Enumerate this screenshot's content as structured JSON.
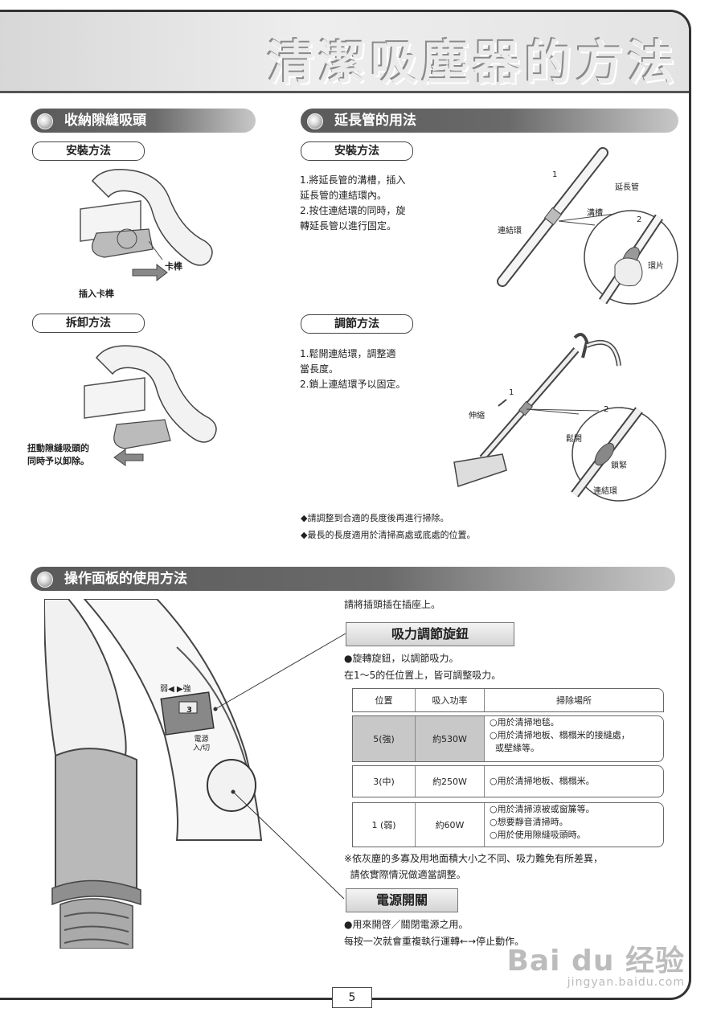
{
  "banner": {
    "title": "清潔吸塵器的方法"
  },
  "left_top": {
    "section_title": "收納隙縫吸頭",
    "install": {
      "title": "安裝方法",
      "label_clip": "卡榫",
      "label_insert": "插入卡榫"
    },
    "remove": {
      "title": "拆卸方法",
      "label_twist": "扭動隙縫吸頭的\n同時予以卸除。"
    }
  },
  "right_top": {
    "section_title": "延長管的用法",
    "install": {
      "title": "安裝方法",
      "steps": [
        "1.將延長管的溝槽，插入",
        "  延長管的連結環內。",
        "2.按住連結環的同時，旋",
        "  轉延長管以進行固定。"
      ],
      "labels": {
        "n1": "1",
        "n2": "2",
        "pipe": "延長管",
        "groove": "溝槽",
        "ring": "連結環",
        "tab": "環片"
      }
    },
    "adjust": {
      "title": "調節方法",
      "steps": [
        "1.鬆開連結環，調整適",
        "  當長度。",
        "2.鎖上連結環予以固定。"
      ],
      "labels": {
        "n1": "1",
        "n2": "2",
        "stretch": "伸縮",
        "loosen": "鬆開",
        "lock": "鎖緊",
        "ring": "連結環"
      }
    },
    "notes": [
      "◆請調整到合適的長度後再進行掃除。",
      "◆最長的長度適用於清掃高處或底處的位置。"
    ]
  },
  "panel": {
    "section_title": "操作面板的使用方法",
    "intro": "請將插頭插在插座上。",
    "dial_label": "吸力調節旋鈕",
    "dial_desc": [
      "●旋轉旋鈕，以調節吸力。",
      "  在1～5的任位置上，皆可調整吸力。"
    ],
    "handle_marks": {
      "weak_strong": "弱◀ ▶強",
      "power": "電源\n入/切",
      "dial_value": "3"
    },
    "table": {
      "headers": [
        "位置",
        "吸入功率",
        "掃除場所"
      ],
      "rows": [
        {
          "pos": "5(強)",
          "power": "約530W",
          "places": [
            "○用於清掃地毯。",
            "○用於清掃地板、榻榻米的接縫處，",
            "  或壁緣等。"
          ]
        },
        {
          "pos": "3(中)",
          "power": "約250W",
          "places": [
            "○用於清掃地板、榻榻米。"
          ]
        },
        {
          "pos": "1 (弱)",
          "power": "約60W",
          "places": [
            "○用於清掃涼被或窗簾等。",
            "○想要靜音清掃時。",
            "○用於使用隙縫吸頭時。"
          ]
        }
      ]
    },
    "note": [
      "※依灰塵的多寡及用地面積大小之不同、吸力難免有所差異，",
      "  請依實際情況做適當調整。"
    ],
    "power_label": "電源開關",
    "power_desc": [
      "●用來開啓／關閉電源之用。",
      "每按一次就會重複執行運轉←→停止動作。"
    ]
  },
  "page_number": "5",
  "watermark": {
    "brand": "Bai du 经验",
    "url": "jingyan.baidu.com"
  },
  "colors": {
    "section_bar": "#5a5a5a",
    "row_highlight": "#c8c8c8",
    "banner": "#e0e0e0"
  }
}
